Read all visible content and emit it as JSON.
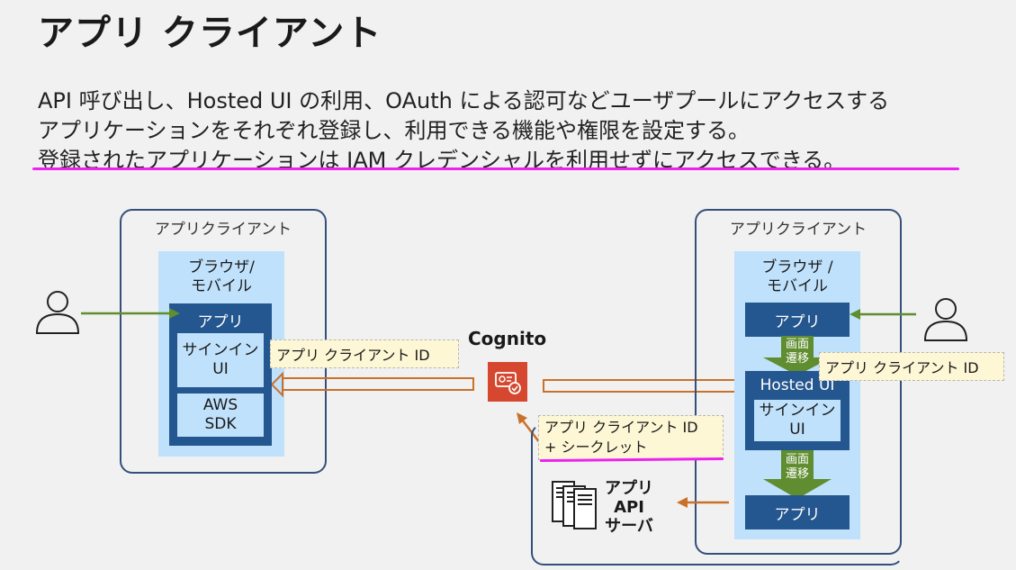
{
  "title": "アプリ クライアント",
  "description": {
    "line1": "API 呼び出し、Hosted UI の利用、OAuth による認可などユーザプールにアクセスする",
    "line2": "アプリケーションをそれぞれ登録し、利用できる機能や権限を設定する。",
    "line3": "登録されたアプリケーションは IAM クレデンシャルを利用せずにアクセスできる。"
  },
  "left_client": {
    "label": "アプリクライアント",
    "platform": "ブラウザ/\nモバイル",
    "app": "アプリ",
    "signin": "サインイン\nUI",
    "sdk": "AWS\nSDK",
    "callout": "アプリ クライアント ID"
  },
  "cognito": {
    "label": "Cognito"
  },
  "right_client": {
    "label": "アプリクライアント",
    "platform": "ブラウザ /\nモバイル",
    "app_top": "アプリ",
    "transition1": "画面\n遷移",
    "hosted_ui": "Hosted UI",
    "signin": "サインイン\nUI",
    "transition2": "画面\n遷移",
    "app_bottom": "アプリ",
    "callout": "アプリ クライアント ID"
  },
  "api_server": {
    "label": "アプリ\nAPI\nサーバ",
    "callout_line1": "アプリ クライアント ID",
    "callout_line2": "+ シークレット"
  },
  "colors": {
    "highlight": "#ee22ee",
    "dark_blue": "#24578f",
    "light_blue": "#bfe1fb",
    "arrow_orange": "#c9712a",
    "arrow_green": "#5f8d2f",
    "cognito_red": "#d5482f"
  },
  "icons": {
    "user_left": "user-icon",
    "user_right": "user-icon",
    "cognito": "cognito-icon",
    "server": "server-icon"
  }
}
